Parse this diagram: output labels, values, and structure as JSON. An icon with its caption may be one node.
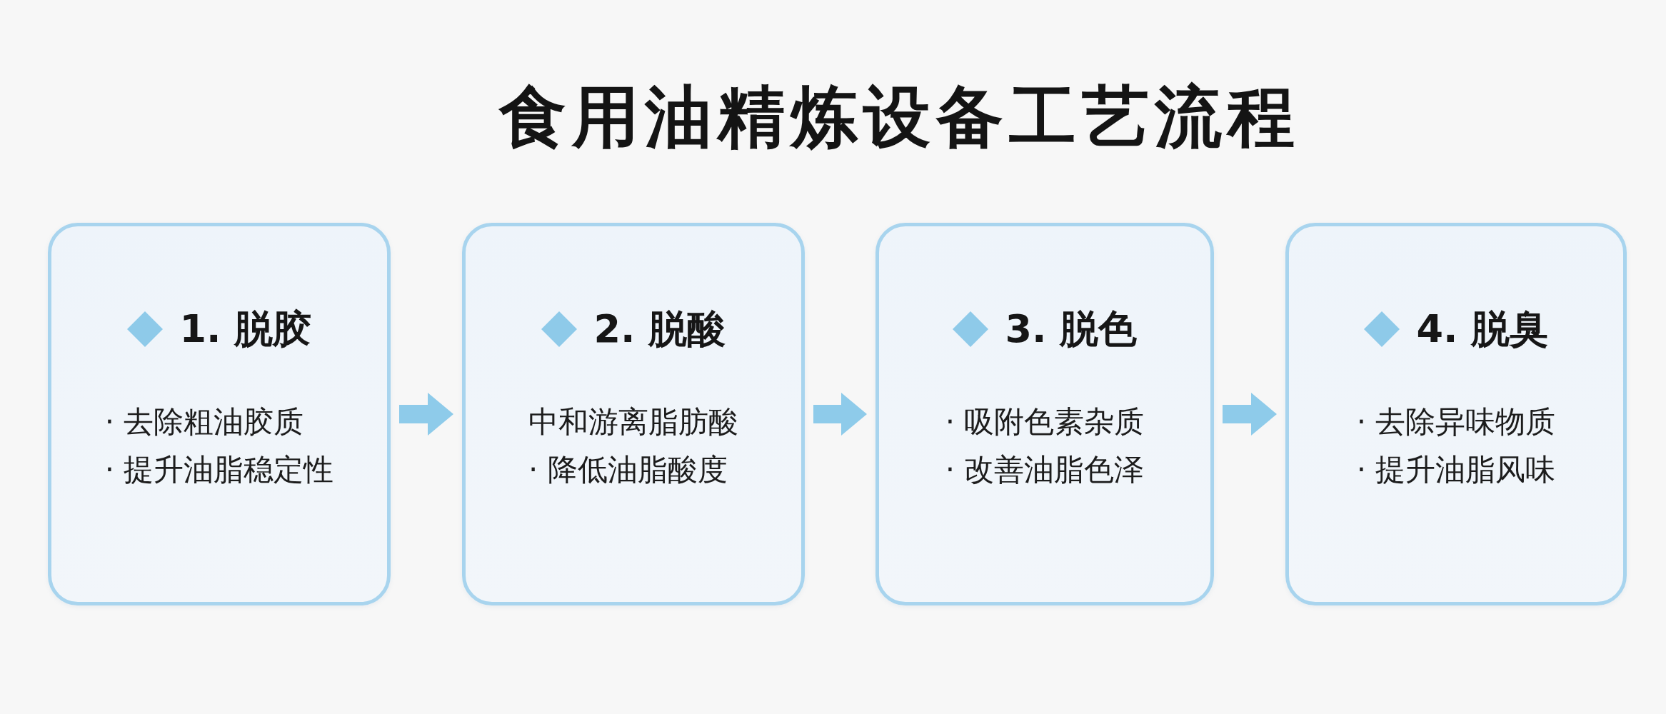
{
  "diagram": {
    "title": "食用油精炼设备工艺流程",
    "nodes": [
      {
        "text": [
          "1. 脱胶",
          "· 去除粗油胶质",
          "· 提升油脂稳定性"
        ]
      },
      {
        "text": [
          "2. 脱酸",
          "中和游离脂肪酸",
          "· 降低油脂酸度"
        ]
      },
      {
        "text": [
          "3. 脱色",
          "· 吸附色素杂质",
          "· 改善油脂色泽"
        ]
      },
      {
        "text": [
          "4. 脱臭",
          "· 去除异味物质",
          "· 提升油脂风味"
        ]
      }
    ],
    "edges": [
      {
        "from": 0,
        "to": 1,
        "arrow": "to"
      },
      {
        "from": 1,
        "to": 2,
        "arrow": "to"
      },
      {
        "from": 2,
        "to": 3,
        "arrow": "to"
      }
    ]
  }
}
